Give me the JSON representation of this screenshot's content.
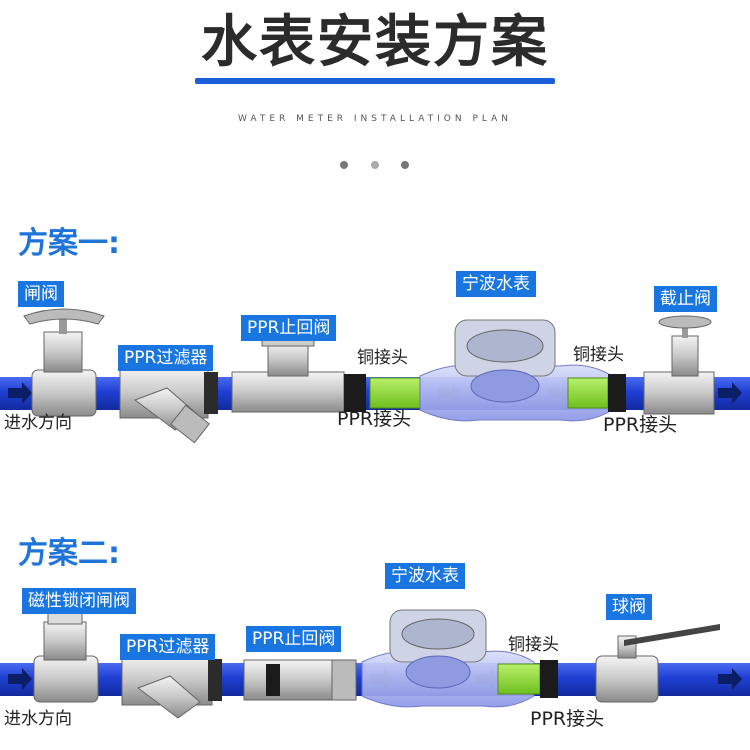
{
  "header": {
    "title": "水表安装方案",
    "subtitle": "WATER METER INSTALLATION PLAN",
    "accent": "#1a5ed8"
  },
  "pipe_color": "#1f3fd4",
  "label_bg": "#1976e0",
  "scheme1": {
    "heading": "方案一:",
    "gate_valve": "闸阀",
    "flow_direction": "进水方向",
    "filter": "PPR过滤器",
    "check_valve": "PPR止回阀",
    "copper_joint_left": "铜接头",
    "ppr_joint_left": "PPR接头",
    "meter": "宁波水表",
    "copper_joint_right": "铜接头",
    "ppr_joint_right": "PPR接头",
    "stop_valve": "截止阀"
  },
  "scheme2": {
    "heading": "方案二:",
    "magnetic_gate_valve": "磁性锁闭闸阀",
    "flow_direction": "进水方向",
    "filter": "PPR过滤器",
    "check_valve": "PPR止回阀",
    "meter": "宁波水表",
    "copper_joint": "铜接头",
    "ppr_joint": "PPR接头",
    "ball_valve": "球阀"
  }
}
